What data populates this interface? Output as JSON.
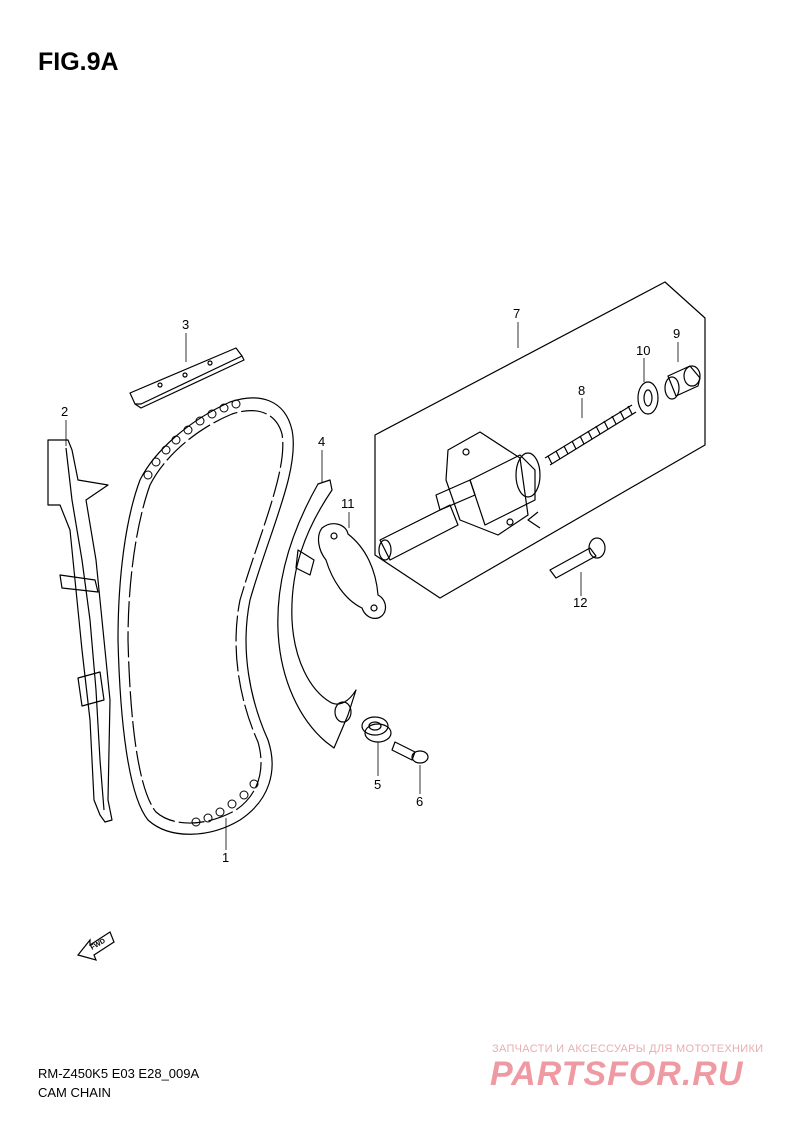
{
  "figure": {
    "title": "FIG.9A"
  },
  "callouts": {
    "c1": "1",
    "c2": "2",
    "c3": "3",
    "c4": "4",
    "c5": "5",
    "c6": "6",
    "c7": "7",
    "c8": "8",
    "c9": "9",
    "c10": "10",
    "c11": "11",
    "c12": "12"
  },
  "fwd_label": "FWD",
  "footer": {
    "model_code": "RM-Z450K5 E03 E28_009A",
    "section_name": "CAM CHAIN"
  },
  "watermark": {
    "subtitle": "ЗАПЧАСТИ И АКСЕССУАРЫ ДЛЯ МОТОТЕХНИКИ",
    "logo": "PARTSFOR.RU"
  },
  "colors": {
    "line": "#000000",
    "watermark": "#ef9aa2"
  }
}
